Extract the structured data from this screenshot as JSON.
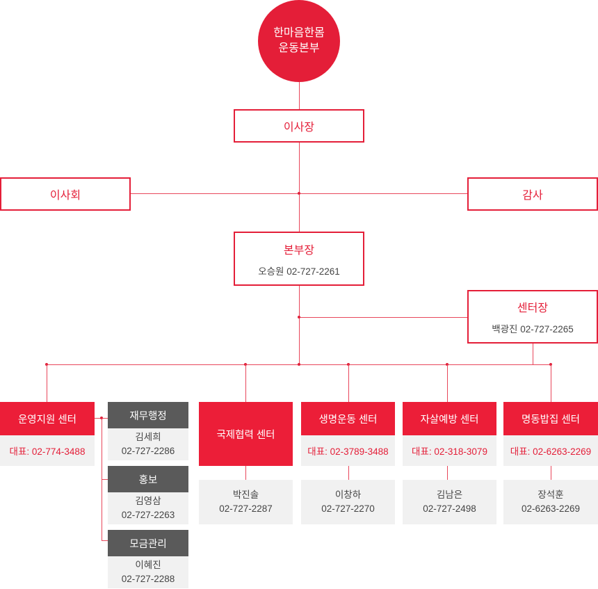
{
  "root": {
    "line1": "한마음한몸",
    "line2": "운동본부"
  },
  "chairman": {
    "title": "이사장"
  },
  "board": {
    "title": "이사회"
  },
  "audit": {
    "title": "감사"
  },
  "director": {
    "title": "본부장",
    "info": "오승원 02-727-2261"
  },
  "center_head": {
    "title": "센터장",
    "info": "백광진 02-727-2265"
  },
  "centers": [
    {
      "name": "운영지원 센터",
      "rep": "대표: 02-774-3488"
    },
    {
      "name": "국제협력 센터",
      "staff": "박진솔",
      "phone": "02-727-2287"
    },
    {
      "name": "생명운동 센터",
      "rep": "대표: 02-3789-3488",
      "staff": "이창하",
      "phone": "02-727-2270"
    },
    {
      "name": "자살예방 센터",
      "rep": "대표: 02-318-3079",
      "staff": "김남은",
      "phone": "02-727-2498"
    },
    {
      "name": "명동밥집 센터",
      "rep": "대표: 02-6263-2269",
      "staff": "장석훈",
      "phone": "02-6263-2269"
    }
  ],
  "support_teams": [
    {
      "name": "재무행정",
      "staff": "김세희",
      "phone": "02-727-2286"
    },
    {
      "name": "홍보",
      "staff": "김영삼",
      "phone": "02-727-2263"
    },
    {
      "name": "모금관리",
      "staff": "이혜진",
      "phone": "02-727-2288"
    }
  ],
  "colors": {
    "accent": "#e41e38",
    "dark": "#5a5a5a",
    "gray_bg": "#f1f1f1"
  }
}
